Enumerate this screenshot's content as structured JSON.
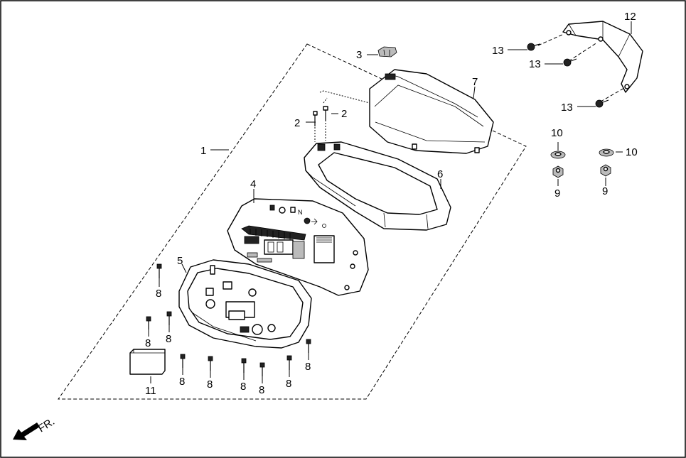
{
  "diagram": {
    "direction_label": "FR.",
    "callouts": [
      "1",
      "2",
      "2",
      "3",
      "4",
      "5",
      "6",
      "7",
      "8",
      "8",
      "8",
      "8",
      "8",
      "8",
      "8",
      "8",
      "8",
      "9",
      "9",
      "10",
      "10",
      "11",
      "12",
      "13",
      "13",
      "13"
    ]
  }
}
